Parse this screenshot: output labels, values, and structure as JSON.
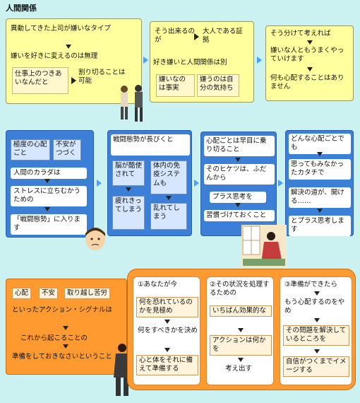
{
  "title": "人間関係",
  "panel1": {
    "a": "異動してきた上司が嫌いなタイプ",
    "b": "嫌いを好きに変えるのは無理",
    "c": "仕事上のつきあいなんだと",
    "d": "割り切ることは可能"
  },
  "panel2": {
    "a": "そう出来るのが",
    "b": "大人である証拠",
    "c": "好き嫌いと人間関係は別",
    "d": "嫌いなのは事実",
    "e": "嫌うのは自分の気持ち"
  },
  "panel3": {
    "a": "そう分けて考えれば",
    "b": "嫌いな人ともうまくやっていけます",
    "c": "何も心配することはありません"
  },
  "panel4": {
    "a": "極度の心配ごと",
    "b": "不安がつづく",
    "c": "人間のカラダは",
    "d": "ストレスに立ちむかうための",
    "e": "「戦闘態勢」に入ります"
  },
  "panel5": {
    "title": "戦闘態勢が長びくと",
    "a": "脳が酷使されて",
    "b": "疲れきってしまう",
    "c": "体内の免疫システムも",
    "d": "乱れてしまう"
  },
  "panel6": {
    "a": "心配ごとは早目に乗り切ること",
    "b": "そのヒケツは、ふだんから",
    "c": "プラス思考を",
    "d": "習慣づけておくこと"
  },
  "panel7": {
    "a": "どんな心配ごとでも",
    "b": "思ってもみなかったカタチで",
    "c": "解決の道が、開ける……",
    "d": "とプラス思考します"
  },
  "panel8": {
    "tags": [
      "心配",
      "不安",
      "取り越し苦労"
    ],
    "a": "といったアクション・シグナルは",
    "b": "これから起こることの",
    "c": "準備をしておきなさいということ"
  },
  "panel9": {
    "col1": {
      "title": "①あなたが今",
      "a": "何を恐れているのかを見極め",
      "b": "何をすべきかを決め",
      "c": "心と体をそれに備えて準備する"
    },
    "col2": {
      "title": "②その状況を処理するための",
      "a": "いちばん効果的な",
      "b": "アクションは何かを",
      "c": "考え出す"
    },
    "col3": {
      "title": "③準備ができたら",
      "a": "もう心配するのをやめ",
      "b": "その問題を解決しているところを",
      "c": "自信がつくまでイメージする"
    }
  }
}
